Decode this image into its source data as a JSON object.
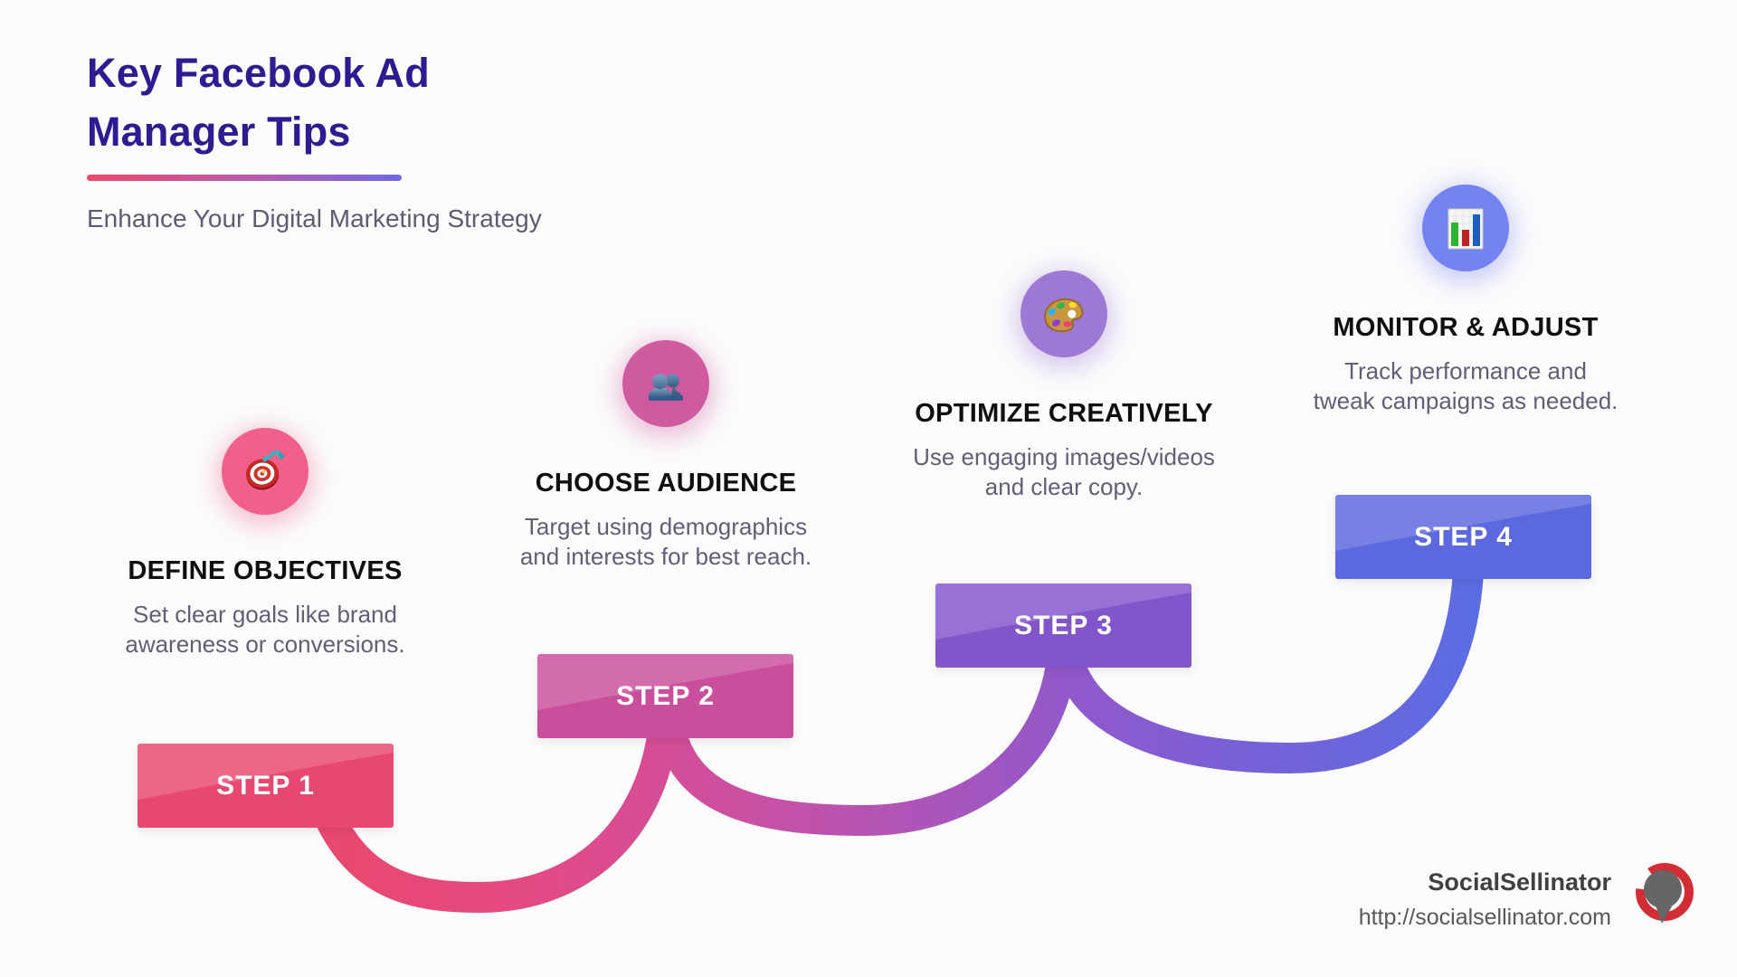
{
  "header": {
    "title_line1": "Key Facebook Ad",
    "title_line2": "Manager Tips",
    "subtitle": "Enhance Your Digital Marketing Strategy"
  },
  "steps": [
    {
      "step_label": "STEP 1",
      "heading": "DEFINE OBJECTIVES",
      "description_line1": "Set clear goals like brand",
      "description_line2": "awareness or conversions.",
      "icon": "target-icon",
      "banner_color": "#e8486f",
      "circle_color": "#f0608a"
    },
    {
      "step_label": "STEP 2",
      "heading": "CHOOSE AUDIENCE",
      "description_line1": "Target using demographics",
      "description_line2": "and interests for best reach.",
      "icon": "people-busts-icon",
      "banner_color": "#c94f9d",
      "circle_color": "#d05a9f"
    },
    {
      "step_label": "STEP 3",
      "heading": "OPTIMIZE CREATIVELY",
      "description_line1": "Use engaging images/videos",
      "description_line2": "and clear copy.",
      "icon": "palette-icon",
      "banner_color": "#8355cb",
      "circle_color": "#9b79d4"
    },
    {
      "step_label": "STEP 4",
      "heading": "MONITOR & ADJUST",
      "description_line1": "Track performance and",
      "description_line2": "tweak campaigns as needed.",
      "icon": "bar-chart-icon",
      "banner_color": "#5b68de",
      "circle_color": "#7583f0"
    }
  ],
  "footer": {
    "brand": "SocialSellinator",
    "url": "http://socialsellinator.com"
  },
  "colors": {
    "title": "#2e1b91",
    "subtitle": "#5e5b72",
    "body_text": "#615e76",
    "heading_text": "#0f0f12",
    "accent_gradient_start": "#f0486c",
    "accent_gradient_end": "#6e6ae6",
    "wave_gradient": [
      "#e9486e",
      "#cf4f9e",
      "#9059cc",
      "#5c6ce2"
    ],
    "logo_ring": "#d22d35",
    "logo_bubble": "#666666"
  }
}
